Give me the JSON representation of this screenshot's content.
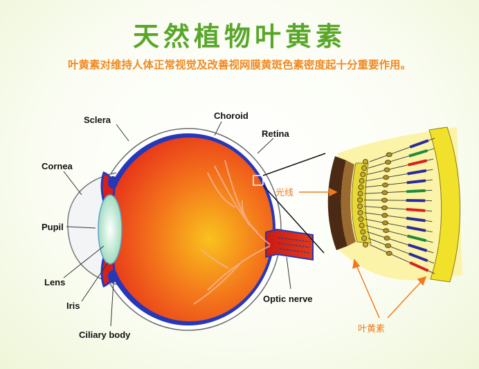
{
  "header": {
    "title": "天然植物叶黄素",
    "subtitle": "叶黄素对维持人体正常视觉及改善视网膜黄斑色素密度起十分重要作用。"
  },
  "eye_labels": {
    "sclera": "Sclera",
    "choroid": "Choroid",
    "retina": "Retina",
    "cornea": "Cornea",
    "pupil": "Pupil",
    "lens": "Lens",
    "iris": "Iris",
    "ciliary_body": "Ciliary body",
    "optic_nerve": "Optic nerve"
  },
  "detail_labels": {
    "light": "光线",
    "lutein": "叶黄素"
  },
  "colors": {
    "title": "#5aa62a",
    "subtitle": "#f08a22",
    "eye_red": "#e8321a",
    "eye_orange": "#f7a21c",
    "choroid_blue": "#2638b8",
    "retina_yellow": "#f2e12a",
    "annotation_orange": "#f07a1a"
  }
}
